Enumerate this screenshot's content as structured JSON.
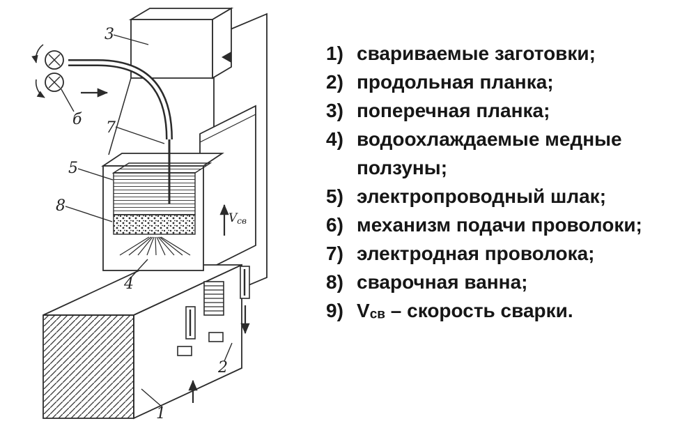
{
  "legend": {
    "items": [
      {
        "num": "1)",
        "text": "свариваемые заготовки;"
      },
      {
        "num": "2)",
        "text": "продольная планка;"
      },
      {
        "num": "3)",
        "text": "поперечная планка;"
      },
      {
        "num": "4)",
        "text": "водоохлаждаемые медные ползуны;"
      },
      {
        "num": "5)",
        "text": "электропроводный шлак;"
      },
      {
        "num": "6)",
        "text": "механизм подачи проволоки;"
      },
      {
        "num": "7)",
        "text": "электродная проволока;"
      },
      {
        "num": "8)",
        "text": "сварочная ванна;"
      },
      {
        "num": "9)",
        "pre": "V",
        "sub": "св",
        "rest": " – скорость сварки."
      }
    ]
  },
  "diagram": {
    "labels": {
      "l1": "1",
      "l2": "2",
      "l3": "3",
      "l4": "4",
      "l5": "5",
      "l7": "7",
      "l8": "8",
      "lb": "б"
    },
    "v_label": {
      "pre": "V",
      "sub": "св"
    }
  },
  "colors": {
    "ink": "#2b2b2b",
    "text": "#161616",
    "background": "#ffffff"
  }
}
